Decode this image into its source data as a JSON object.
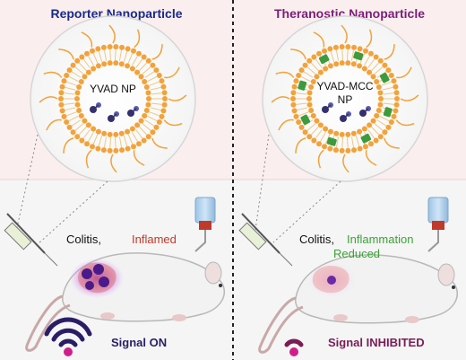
{
  "left_panel": {
    "title": "Reporter Nanoparticle",
    "np_label": "YVAD NP",
    "condition_prefix": "Colitis, ",
    "condition_state": "Inflamed",
    "signal_text": "Signal ON"
  },
  "right_panel": {
    "title": "Theranostic Nanoparticle",
    "np_label_line1": "YVAD-MCC",
    "np_label_line2": "NP",
    "condition_prefix": "Colitis, ",
    "condition_state_line1": "Inflammation",
    "condition_state_line2": "Reduced",
    "signal_text": "Signal INHIBITED"
  },
  "colors": {
    "background_top": "#fbeeee",
    "title_left": "#1a2a8a",
    "title_right": "#7a1d7a",
    "inflamed": "#c0392b",
    "reduced": "#3aa335",
    "signal_on": "#2a1d66",
    "signal_inhibited": "#7a1d55",
    "lipid_orange": "#f2a23a",
    "drug_green": "#3d9b3d"
  }
}
